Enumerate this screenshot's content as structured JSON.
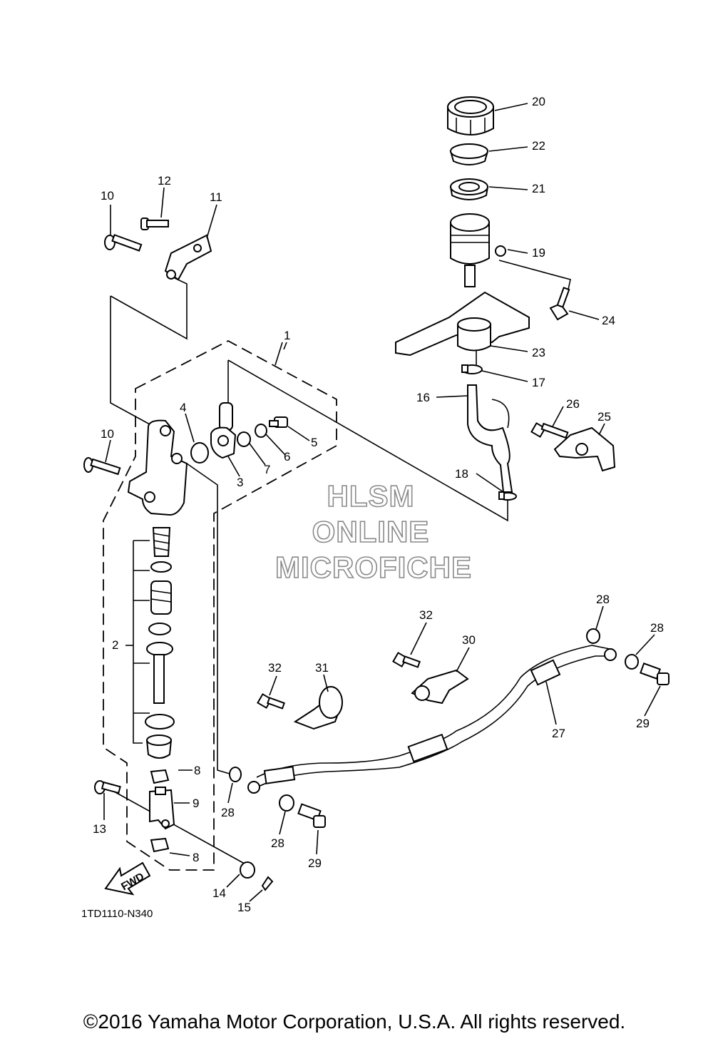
{
  "labels": {
    "p1": "1",
    "p2": "2",
    "p3": "3",
    "p4": "4",
    "p5": "5",
    "p6": "6",
    "p7": "7",
    "p8a": "8",
    "p8b": "8",
    "p9": "9",
    "p10a": "10",
    "p10b": "10",
    "p11": "11",
    "p12": "12",
    "p13": "13",
    "p14": "14",
    "p15": "15",
    "p16": "16",
    "p17": "17",
    "p18": "18",
    "p19": "19",
    "p20": "20",
    "p21": "21",
    "p22": "22",
    "p23": "23",
    "p24": "24",
    "p25": "25",
    "p26": "26",
    "p27": "27",
    "p28a": "28",
    "p28b": "28",
    "p28c": "28",
    "p28d": "28",
    "p29a": "29",
    "p29b": "29",
    "p30": "30",
    "p31": "31",
    "p32a": "32",
    "p32b": "32"
  },
  "watermark": {
    "line1": "HLSM",
    "line2": "ONLINE",
    "line3": "MICROFICHE"
  },
  "fwd_arrow": "FWD",
  "diagram_code": "1TD1110-N340",
  "copyright": "©2016 Yamaha Motor Corporation, U.S.A. All rights reserved."
}
